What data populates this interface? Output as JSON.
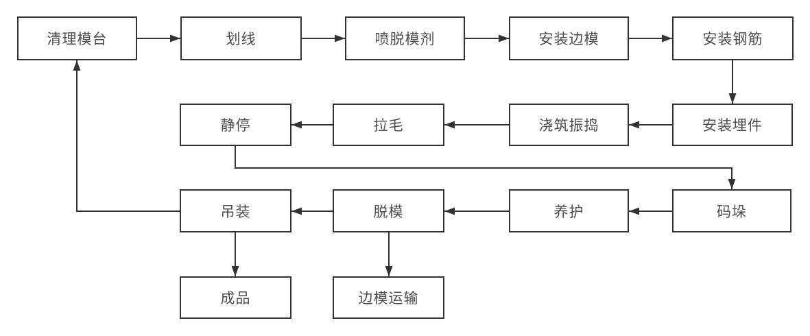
{
  "diagram": {
    "type": "flowchart",
    "language": "zh-CN"
  },
  "nodes": [
    {
      "id": "clean-mold-table",
      "label": "清理模台"
    },
    {
      "id": "marking",
      "label": "划线"
    },
    {
      "id": "spray-release-agent",
      "label": "喷脱模剂"
    },
    {
      "id": "install-side-forms",
      "label": "安装边模"
    },
    {
      "id": "install-rebar",
      "label": "安装钢筋"
    },
    {
      "id": "resting",
      "label": "静停"
    },
    {
      "id": "roughening",
      "label": "拉毛"
    },
    {
      "id": "pour-vibrate",
      "label": "浇筑振捣"
    },
    {
      "id": "install-embeds",
      "label": "安装埋件"
    },
    {
      "id": "lifting",
      "label": "吊装"
    },
    {
      "id": "demolding",
      "label": "脱模"
    },
    {
      "id": "curing",
      "label": "养护"
    },
    {
      "id": "stacking",
      "label": "码垛"
    },
    {
      "id": "finished-product",
      "label": "成品"
    },
    {
      "id": "side-form-transport",
      "label": "边模运输"
    }
  ],
  "edges": [
    {
      "from": "clean-mold-table",
      "to": "marking"
    },
    {
      "from": "marking",
      "to": "spray-release-agent"
    },
    {
      "from": "spray-release-agent",
      "to": "install-side-forms"
    },
    {
      "from": "install-side-forms",
      "to": "install-rebar"
    },
    {
      "from": "install-rebar",
      "to": "install-embeds"
    },
    {
      "from": "install-embeds",
      "to": "pour-vibrate"
    },
    {
      "from": "pour-vibrate",
      "to": "roughening"
    },
    {
      "from": "roughening",
      "to": "resting"
    },
    {
      "from": "resting",
      "to": "stacking"
    },
    {
      "from": "stacking",
      "to": "curing"
    },
    {
      "from": "curing",
      "to": "demolding"
    },
    {
      "from": "demolding",
      "to": "lifting"
    },
    {
      "from": "lifting",
      "to": "clean-mold-table"
    },
    {
      "from": "lifting",
      "to": "finished-product"
    },
    {
      "from": "demolding",
      "to": "side-form-transport"
    }
  ],
  "colors": {
    "border": "#333333",
    "text": "#4d4d4d",
    "arrow": "#333333",
    "background": "#ffffff"
  }
}
